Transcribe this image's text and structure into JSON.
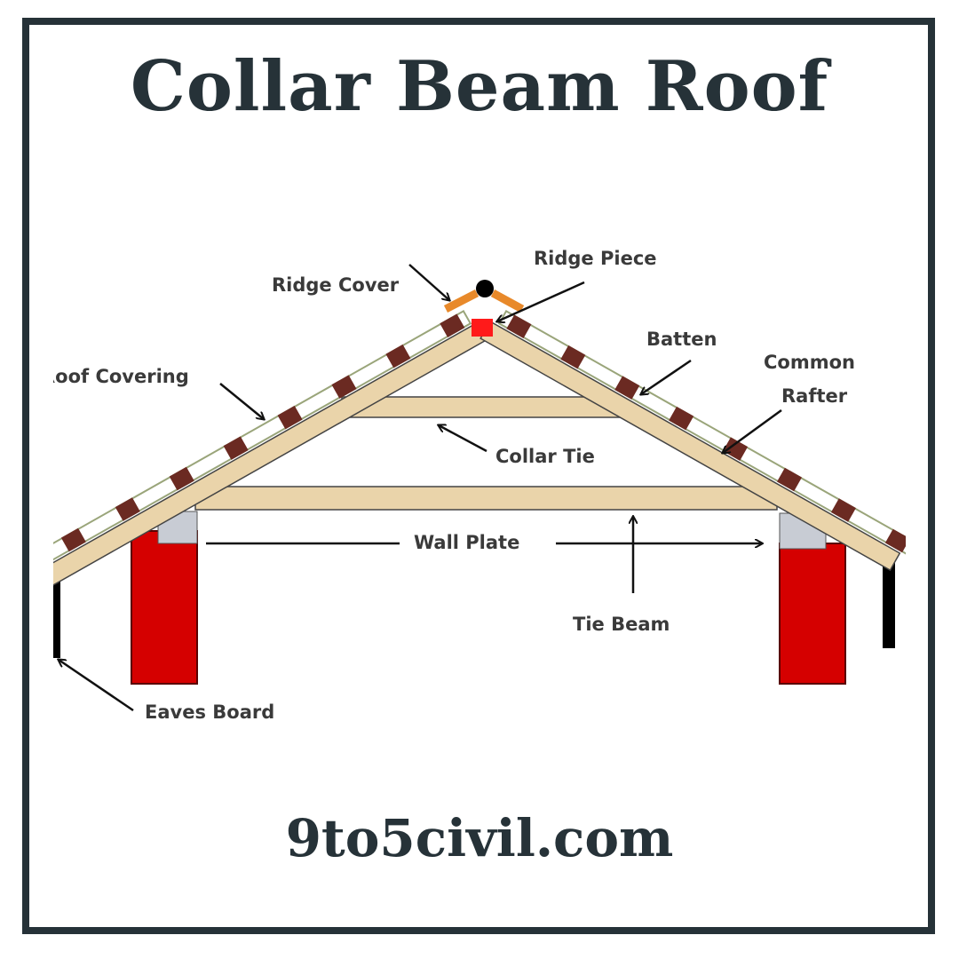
{
  "title": "Collar Beam Roof",
  "footer": "9to5civil.com",
  "labels": {
    "ridge_cover": "Ridge Cover",
    "ridge_piece": "Ridge Piece",
    "batten": "Batten",
    "common_rafter_1": "Common",
    "common_rafter_2": "Rafter",
    "roof_covering": "Roof Covering",
    "collar_tie": "Collar Tie",
    "wall_plate": "Wall Plate",
    "tie_beam": "Tie Beam",
    "eaves_board": "Eaves Board"
  },
  "colors": {
    "frame": "#263238",
    "timber": "#ead4aa",
    "wall": "#d50000",
    "wall_plate": "#c8ccd4",
    "batten": "#6b2a22",
    "ridge_piece": "#ff1a1a",
    "ridge_cover": "#e8892a"
  }
}
